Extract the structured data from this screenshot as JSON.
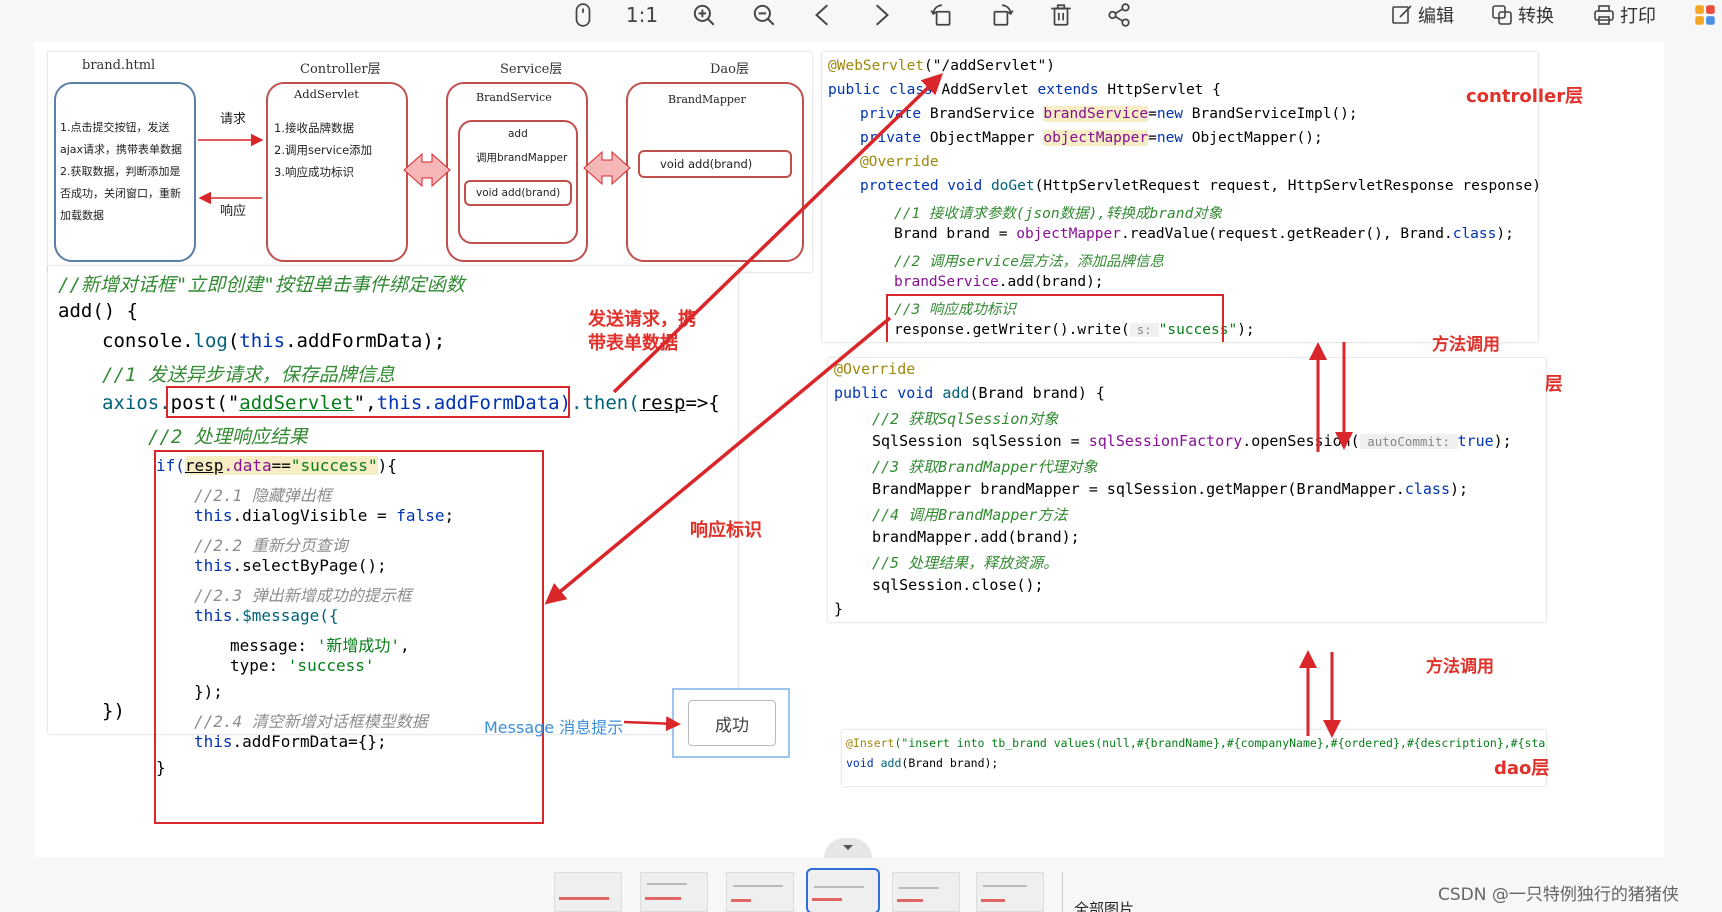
{
  "toolbar": {
    "zoom_label": "1:1",
    "edit_label": "编辑",
    "convert_label": "转换",
    "print_label": "打印"
  },
  "diagram": {
    "col1_title": "brand.html",
    "col2_title": "Controller层",
    "col3_title": "Service层",
    "col4_title": "Dao层",
    "html_lines": [
      "1.点击提交按钮，发送",
      "ajax请求，携带表单数据",
      "2.获取数据，判断添加是",
      "否成功，关闭窗口，重新",
      "加载数据"
    ],
    "request_label": "请求",
    "response_label": "响应",
    "controller_name": "AddServlet",
    "controller_lines": [
      "1.接收品牌数据",
      "2.调用service添加",
      "3.响应成功标识"
    ],
    "service_name": "BrandService",
    "service_add": "add",
    "service_call": "调用brandMapper",
    "service_method": "void add(brand)",
    "dao_name": "BrandMapper",
    "dao_method": "void add(brand)"
  },
  "js_code": {
    "line1": "//新增对话框\"立即创建\"按钮单击事件绑定函数",
    "line2": "add() {",
    "line3a": "console.",
    "line3b": "log",
    "line3c": "(",
    "line3d": "this",
    "line3e": ".addFormData);",
    "line4": "//1 发送异步请求，保存品牌信息",
    "line5a": "axios.",
    "line5b": "post(\"",
    "line5c": "addServlet",
    "line5d": "\",",
    "line5e": "this",
    "line5f": ".addFormData)",
    "line5g": ".then(",
    "line5h": "resp",
    "line5i": "=>{",
    "line6": "//2 处理响应结果",
    "line7a": "if(",
    "line7b": "resp",
    "line7c": ".data",
    "line7d": "==",
    "line7e": "\"success\"",
    "line7f": "){",
    "line8": "//2.1 隐藏弹出框",
    "line9a": "this",
    "line9b": ".dialogVisible = ",
    "line9c": "false",
    "line9d": ";",
    "line10": "//2.2 重新分页查询",
    "line11a": "this",
    "line11b": ".selectByPage();",
    "line12": "//2.3 弹出新增成功的提示框",
    "line13a": "this",
    "line13b": ".$message({",
    "line14a": "message: ",
    "line14b": "'新增成功'",
    "line14c": ",",
    "line15a": "type: ",
    "line15b": "'success'",
    "line16": "});",
    "line17": "//2.4 清空新增对话框模型数据",
    "line18a": "this",
    "line18b": ".addFormData={};",
    "line19": "}",
    "line20": "})",
    "message_hint": "Message 消息提示",
    "success_button": "成功"
  },
  "labels": {
    "send_request": "发送请求，携\n带表单数据",
    "response_flag": "响应标识",
    "controller_layer": "controller层",
    "service_layer": "service层",
    "dao_layer": "dao层",
    "method_call_1": "方法调用",
    "method_call_2": "方法调用"
  },
  "servlet_code": {
    "l1a": "@WebServlet",
    "l1b": "(\"/addServlet\")",
    "l2a": "public class ",
    "l2b": "AddServlet ",
    "l2c": "extends ",
    "l2d": "HttpServlet {",
    "l3a": "private ",
    "l3b": "BrandService ",
    "l3c": "brandService",
    "l3d": "=",
    "l3e": "new ",
    "l3f": "BrandServiceImpl();",
    "l4a": "private ",
    "l4b": "ObjectMapper ",
    "l4c": "objectMapper",
    "l4d": "=",
    "l4e": "new ",
    "l4f": "ObjectMapper();",
    "l5": "@Override",
    "l6a": "protected void ",
    "l6b": "doGet",
    "l6c": "(HttpServletRequest request, HttpServletResponse response)",
    "l7": "//1 接收请求参数(json数据),转换成brand对象",
    "l8a": "Brand brand = ",
    "l8b": "objectMapper",
    "l8c": ".readValue(request.getReader(), Brand.",
    "l8d": "class",
    "l8e": ");",
    "l9": "//2 调用service层方法，添加品牌信息",
    "l10a": "brandService",
    "l10b": ".add(brand);",
    "l11": "//3 响应成功标识",
    "l12a": "response.getWriter().write(",
    "l12b": " s: ",
    "l12c": "\"success\"",
    "l12d": ");",
    "l13": "}"
  },
  "service_code": {
    "l1": "@Override",
    "l2a": "public void ",
    "l2b": "add",
    "l2c": "(Brand brand) {",
    "l3": "//2 获取SqlSession对象",
    "l4a": "SqlSession sqlSession = ",
    "l4b": "sqlSessionFactory",
    "l4c": ".openSession(",
    "l4d": " autoCommit: ",
    "l4e": "true",
    "l4f": ");",
    "l5": "//3 获取BrandMapper代理对象",
    "l6a": "BrandMapper brandMapper = sqlSession.getMapper(BrandMapper.",
    "l6b": "class",
    "l6c": ");",
    "l7": "//4 调用BrandMapper方法",
    "l8": "brandMapper.add(brand);",
    "l9": "//5 处理结果，释放资源。",
    "l10": "sqlSession.close();",
    "l11": "}"
  },
  "dao_code": {
    "l1a": "@Insert",
    "l1b": "(\"insert into tb_brand values(null,#{brandName},#{companyName},#{ordered},#{description},#{status})\")",
    "l2a": "void ",
    "l2b": "add",
    "l2c": "(Brand brand);"
  },
  "bottom": {
    "all_images": "全部图片",
    "watermark": "CSDN @一只特例独行的猪猪侠"
  },
  "colors": {
    "accent_red": "#d9262a",
    "label_red": "#e0312b",
    "thumb_active": "#2f6fd8"
  }
}
